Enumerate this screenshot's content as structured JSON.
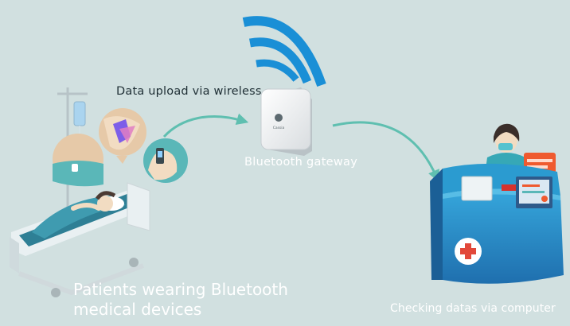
{
  "labels": {
    "upload": "Data upload via wireless",
    "gateway": "Bluetooth gateway",
    "patients_line1": "Patients wearing Bluetooth",
    "patients_line2": "medical devices",
    "computer": "Checking datas via computer"
  },
  "gateway_brand": "Cassia",
  "colors": {
    "background": "#d1e0e0",
    "wifi_blue": "#1a8fd6",
    "arrow_teal": "#5fbfb0",
    "desk_blue": "#2f86c8",
    "bed_teal": "#2e7f95",
    "cross_red": "#e2483a",
    "badge_orange": "#ef5a2f"
  },
  "icons": [
    "wifi-icon",
    "medical-cross-icon",
    "iv-drip-icon",
    "wristband-icon"
  ]
}
